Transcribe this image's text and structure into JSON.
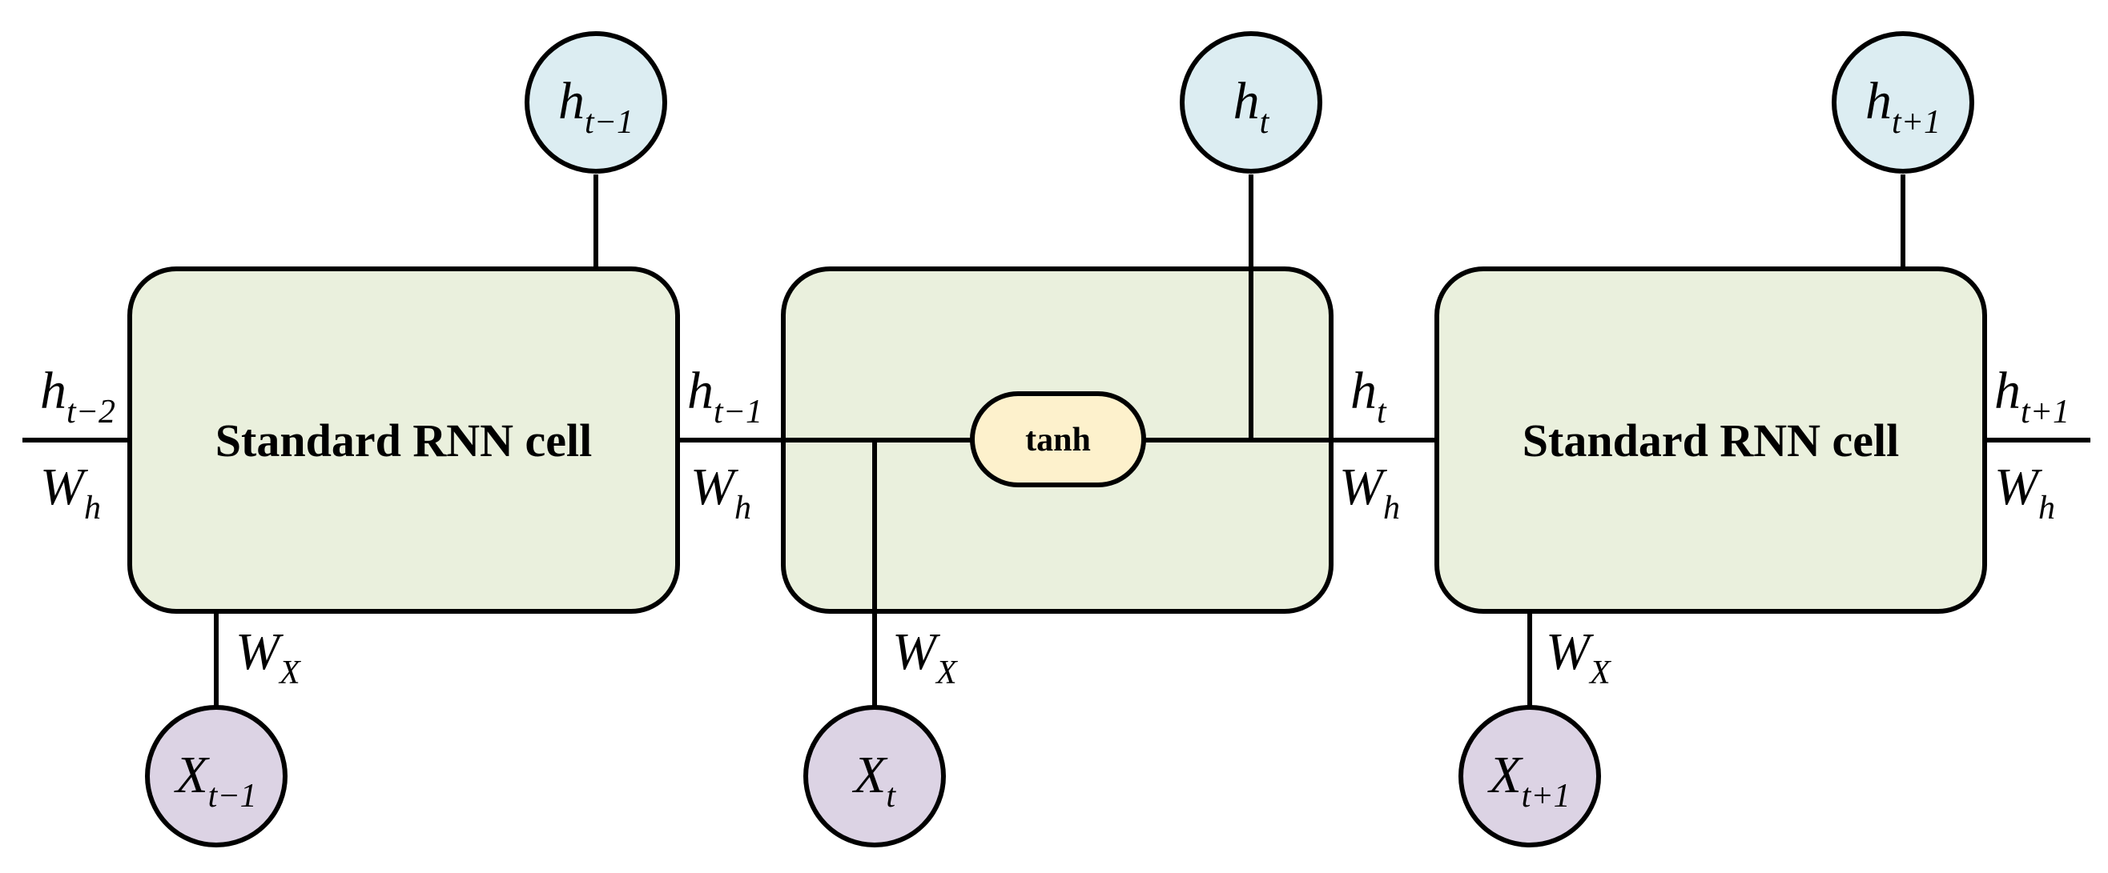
{
  "colors": {
    "cell_fill": "#eaf0dd",
    "tanh_fill": "#fdf1cc",
    "output_fill": "#dcedf2",
    "input_fill": "#dcd3e4",
    "stroke": "#000000"
  },
  "cells": [
    {
      "title": "Standard RNN cell"
    },
    {
      "title": ""
    },
    {
      "title": "Standard RNN cell"
    }
  ],
  "tanh": {
    "label": "tanh"
  },
  "outputs": [
    {
      "main": "h",
      "sub": "t−1"
    },
    {
      "main": "h",
      "sub": "t"
    },
    {
      "main": "h",
      "sub": "t+1"
    }
  ],
  "inputs": [
    {
      "main": "X",
      "sub": "t−1"
    },
    {
      "main": "X",
      "sub": "t"
    },
    {
      "main": "X",
      "sub": "t+1"
    }
  ],
  "recurrent_labels": [
    {
      "h_main": "h",
      "h_sub": "t−2",
      "w_main": "W",
      "w_sub": "h"
    },
    {
      "h_main": "h",
      "h_sub": "t−1",
      "w_main": "W",
      "w_sub": "h"
    },
    {
      "h_main": "h",
      "h_sub": "t",
      "w_main": "W",
      "w_sub": "h"
    },
    {
      "h_main": "h",
      "h_sub": "t+1",
      "w_main": "W",
      "w_sub": "h"
    }
  ],
  "input_weight_labels": [
    {
      "main": "W",
      "sub": "X"
    },
    {
      "main": "W",
      "sub": "X"
    },
    {
      "main": "W",
      "sub": "X"
    }
  ]
}
